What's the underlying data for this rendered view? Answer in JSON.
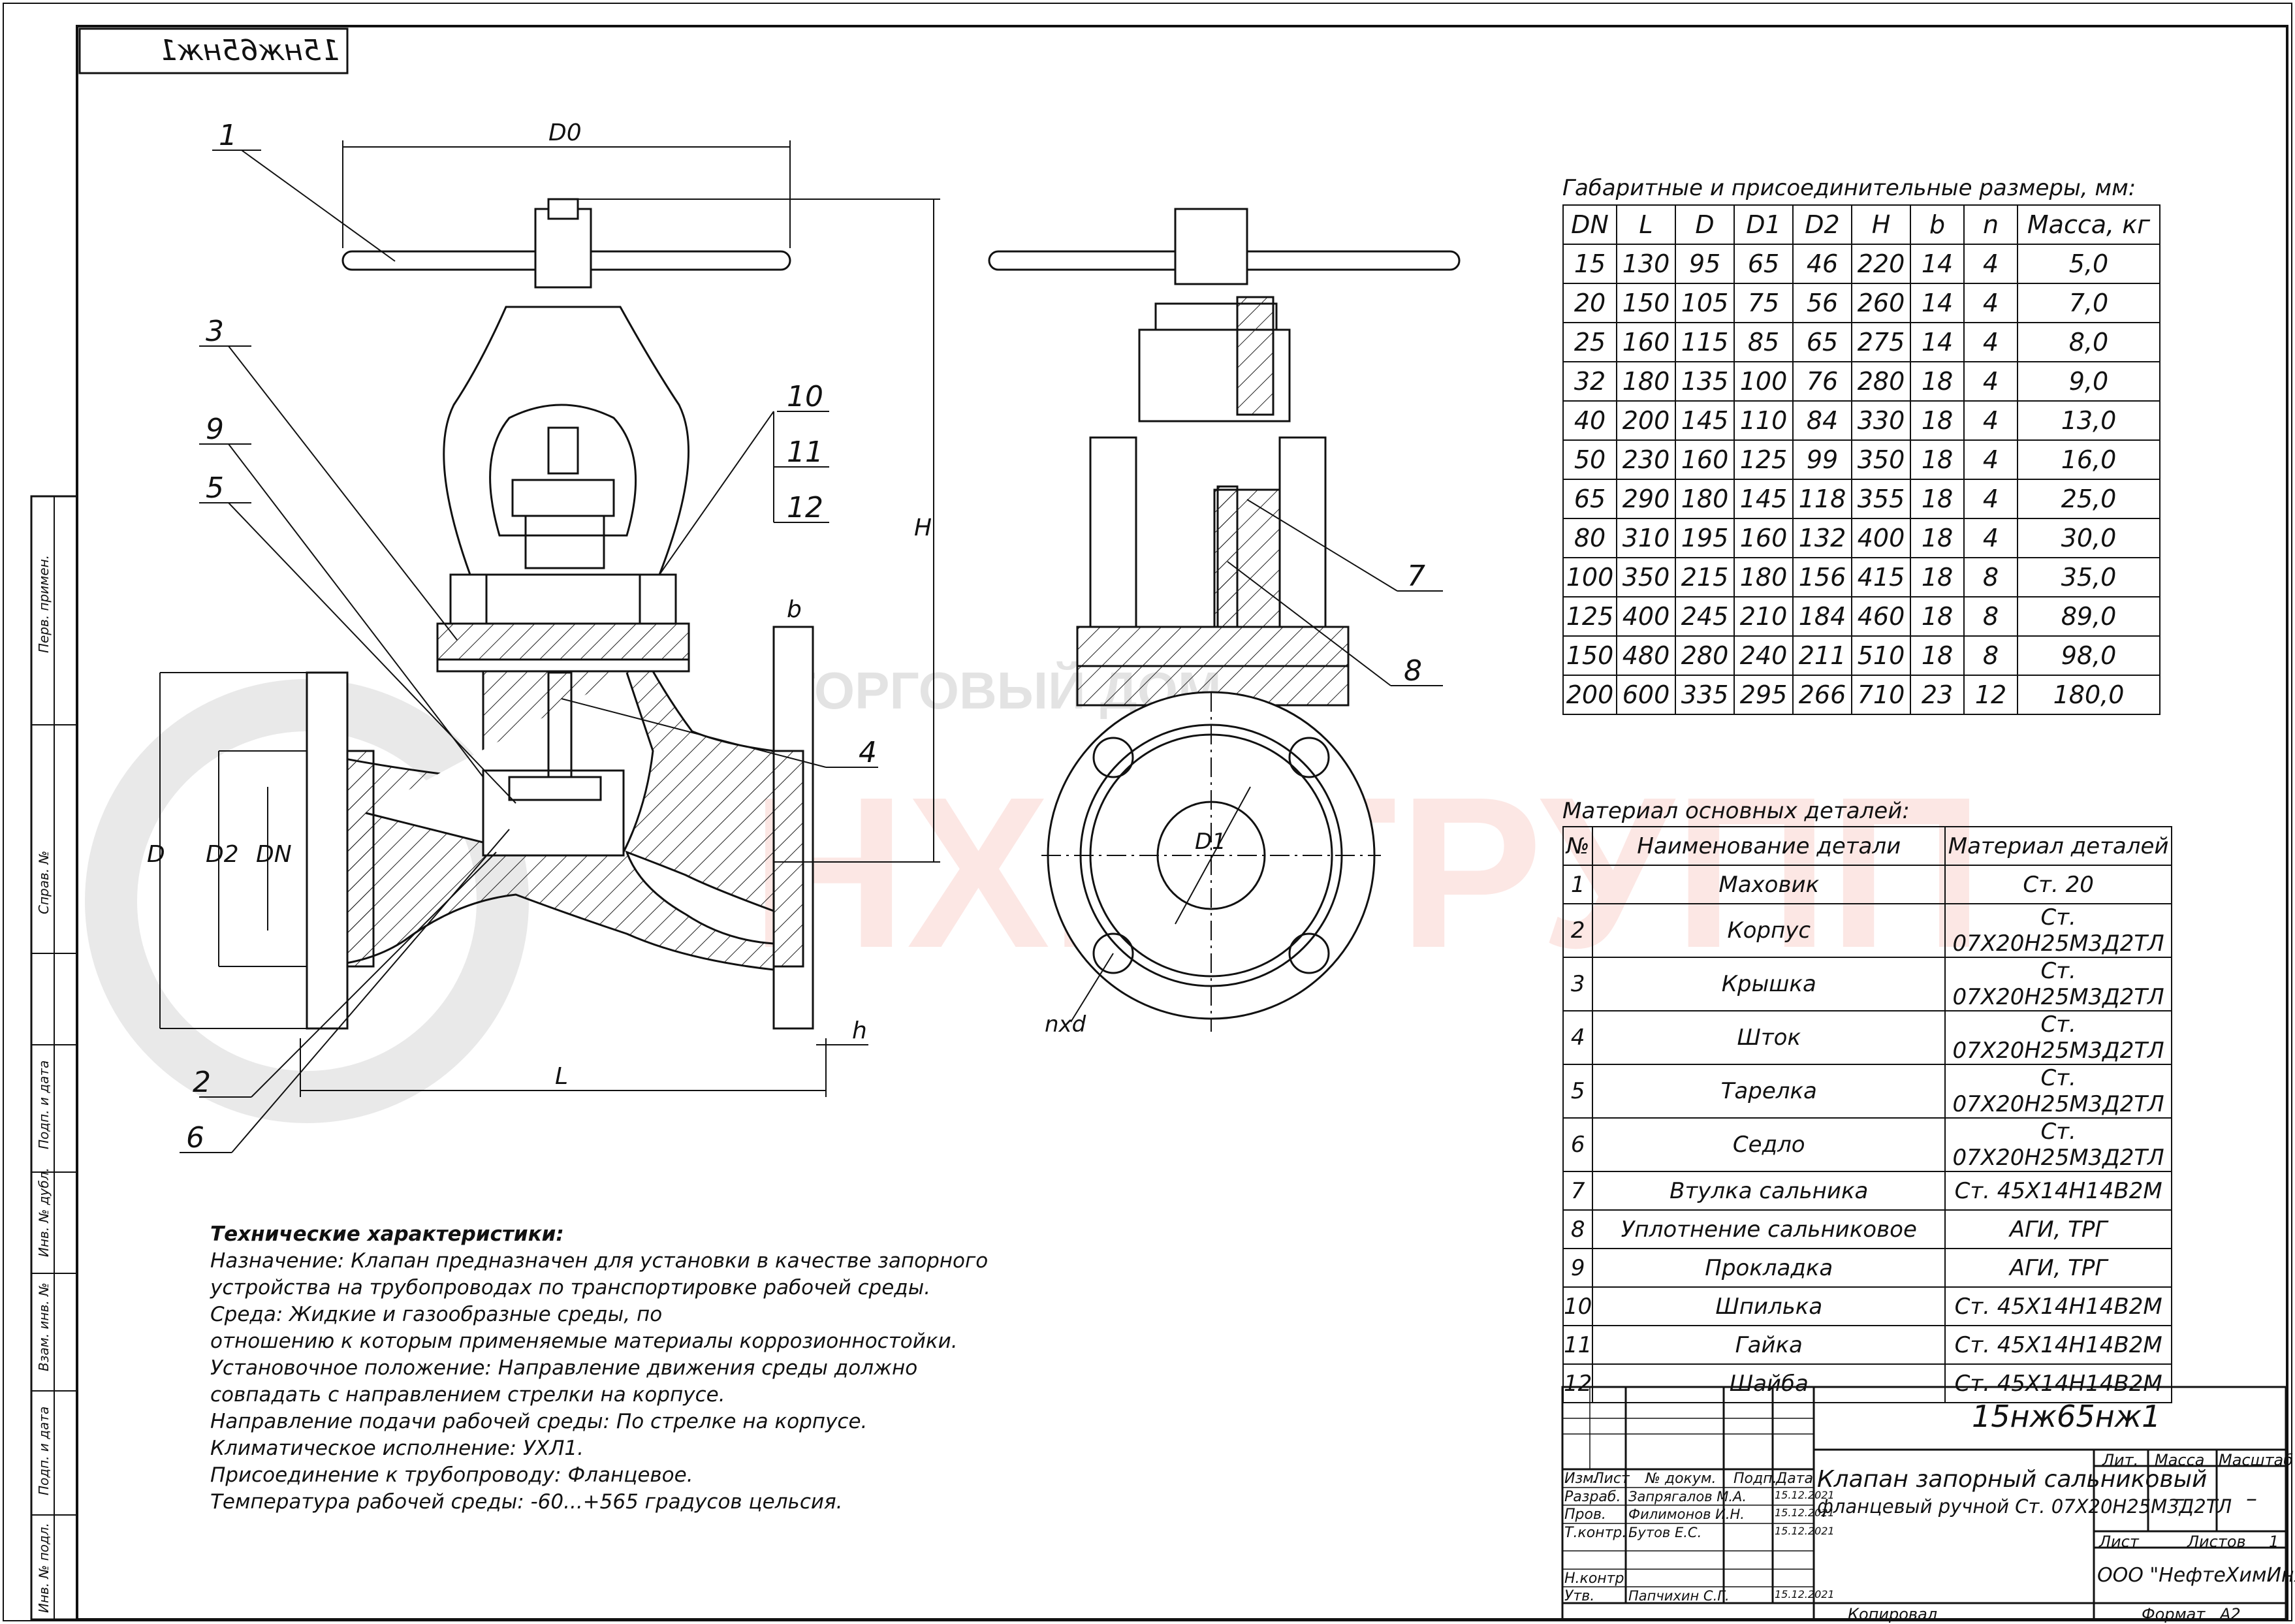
{
  "stamp": "15нж65нж1",
  "callouts": [
    "1",
    "2",
    "3",
    "4",
    "5",
    "6",
    "7",
    "8",
    "9",
    "10",
    "11",
    "12"
  ],
  "dim_labels": {
    "D0": "D0",
    "H": "H",
    "b": "b",
    "D": "D",
    "D2": "D2",
    "DN": "DN",
    "L": "L",
    "h": "h",
    "D1": "D1",
    "nxd": "nxd"
  },
  "watermark": {
    "brand": "НХИ-ГРУПП",
    "sub": "ТОРГОВЫЙ ДОМ"
  },
  "dims_table": {
    "title": "Габаритные и присоединительные размеры, мм:",
    "headers": [
      "DN",
      "L",
      "D",
      "D1",
      "D2",
      "H",
      "b",
      "n",
      "Масса, кг"
    ],
    "rows": [
      [
        "15",
        "130",
        "95",
        "65",
        "46",
        "220",
        "14",
        "4",
        "5,0"
      ],
      [
        "20",
        "150",
        "105",
        "75",
        "56",
        "260",
        "14",
        "4",
        "7,0"
      ],
      [
        "25",
        "160",
        "115",
        "85",
        "65",
        "275",
        "14",
        "4",
        "8,0"
      ],
      [
        "32",
        "180",
        "135",
        "100",
        "76",
        "280",
        "18",
        "4",
        "9,0"
      ],
      [
        "40",
        "200",
        "145",
        "110",
        "84",
        "330",
        "18",
        "4",
        "13,0"
      ],
      [
        "50",
        "230",
        "160",
        "125",
        "99",
        "350",
        "18",
        "4",
        "16,0"
      ],
      [
        "65",
        "290",
        "180",
        "145",
        "118",
        "355",
        "18",
        "4",
        "25,0"
      ],
      [
        "80",
        "310",
        "195",
        "160",
        "132",
        "400",
        "18",
        "4",
        "30,0"
      ],
      [
        "100",
        "350",
        "215",
        "180",
        "156",
        "415",
        "18",
        "8",
        "35,0"
      ],
      [
        "125",
        "400",
        "245",
        "210",
        "184",
        "460",
        "18",
        "8",
        "89,0"
      ],
      [
        "150",
        "480",
        "280",
        "240",
        "211",
        "510",
        "18",
        "8",
        "98,0"
      ],
      [
        "200",
        "600",
        "335",
        "295",
        "266",
        "710",
        "23",
        "12",
        "180,0"
      ]
    ]
  },
  "materials_table": {
    "title": "Материал основных деталей:",
    "headers": [
      "№",
      "Наименование детали",
      "Материал деталей"
    ],
    "rows": [
      [
        "1",
        "Маховик",
        "Ст. 20"
      ],
      [
        "2",
        "Корпус",
        "Ст. 07Х20Н25М3Д2ТЛ"
      ],
      [
        "3",
        "Крышка",
        "Ст. 07Х20Н25М3Д2ТЛ"
      ],
      [
        "4",
        "Шток",
        "Ст. 07Х20Н25М3Д2ТЛ"
      ],
      [
        "5",
        "Тарелка",
        "Ст. 07Х20Н25М3Д2ТЛ"
      ],
      [
        "6",
        "Седло",
        "Ст. 07Х20Н25М3Д2ТЛ"
      ],
      [
        "7",
        "Втулка сальника",
        "Ст. 45Х14Н14В2М"
      ],
      [
        "8",
        "Уплотнение сальниковое",
        "АГИ, ТРГ"
      ],
      [
        "9",
        "Прокладка",
        "АГИ, ТРГ"
      ],
      [
        "10",
        "Шпилька",
        "Ст. 45Х14Н14В2М"
      ],
      [
        "11",
        "Гайка",
        "Ст. 45Х14Н14В2М"
      ],
      [
        "12",
        "Шайба",
        "Ст. 45Х14Н14В2М"
      ]
    ]
  },
  "tech": {
    "title": "Технические характеристики:",
    "lines": [
      "Назначение: Клапан предназначен для установки в качестве запорного",
      "устройства на трубопроводах по транспортировке рабочей среды.",
      "Среда: Жидкие и газообразные среды, по",
      "отношению к которым применяемые материалы коррозионностойки.",
      "Установочное положение: Направление движения среды должно",
      "совпадать с направлением стрелки на корпусе.",
      "Направление подачи рабочей среды: По стрелке на корпусе.",
      "Климатическое исполнение: УХЛ1.",
      "Присоединение к трубопроводу: Фланцевое.",
      "Температура рабочей среды: -60...+565 градусов цельсия."
    ]
  },
  "title_block": {
    "designation": "15нж65нж1",
    "name_line1": "Клапан запорный сальниковый",
    "name_line2": "фланцевый ручной Ст. 07Х20Н25М3Д2ТЛ",
    "col_heads": [
      "Изм.",
      "Лист",
      "№ докум.",
      "Подп.",
      "Дата"
    ],
    "lit": "Лит.",
    "mass": "Масса",
    "scale": "Масштаб",
    "mass_val": "–",
    "scale_val": "–",
    "sheet": "Лист",
    "sheets": "Листов",
    "sheets_val": "1",
    "company": "ООО \"НефтеХимИнжиниринг\"",
    "copied": "Копировал",
    "format": "Формат",
    "format_val": "А2",
    "people": [
      {
        "role": "Разраб.",
        "name": "Запрягалов М.А.",
        "date": "15.12.2021"
      },
      {
        "role": "Пров.",
        "name": "Филимонов И.Н.",
        "date": "15.12.2021"
      },
      {
        "role": "Т.контр.",
        "name": "Бутов Е.С.",
        "date": "15.12.2021"
      },
      {
        "role": "Н.контр.",
        "name": "",
        "date": ""
      },
      {
        "role": "Утв.",
        "name": "Папчихин С.Г.",
        "date": "15.12.2021"
      }
    ]
  },
  "sidebar": [
    "Перв. примен.",
    "Справ. №",
    "Подп. и дата",
    "Инв. № дубл.",
    "Взам. инв. №",
    "Подп. и дата",
    "Инв. № подл."
  ]
}
